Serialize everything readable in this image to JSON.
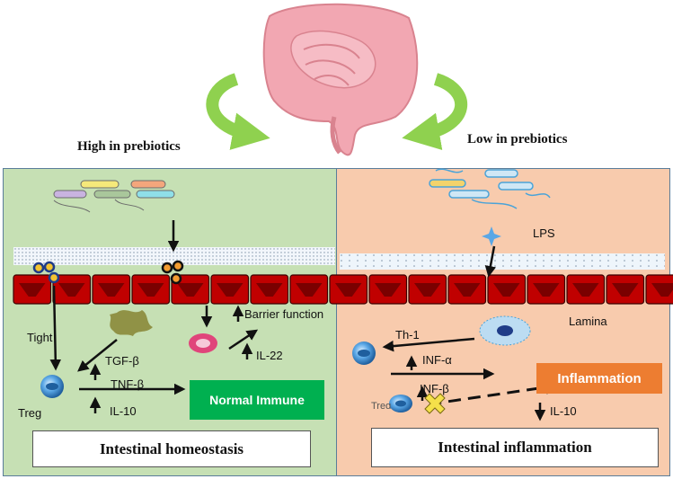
{
  "captions": {
    "high": "High in prebiotics",
    "low": "Low in prebiotics"
  },
  "left_panel": {
    "labels": {
      "tight": "Tight",
      "treg": "Treg",
      "tgf": "TGF-β",
      "tnf": "TNF-β",
      "il10": "IL-10",
      "barrier": "Barrier function",
      "il22": "IL-22"
    },
    "normal_immune": "Normal Immune",
    "summary": "Intestinal homeostasis"
  },
  "right_panel": {
    "labels": {
      "lps": "LPS",
      "lamina": "Lamina",
      "th1": "Th-1",
      "inf_alpha": "INF-α",
      "inf_beta": "INF-β",
      "treg_partial": "Treg",
      "il10": "IL-10"
    },
    "inflammation": "Inflammation",
    "summary": "Intestinal inflammation"
  },
  "colors": {
    "left_bg": "#c6e0b4",
    "right_bg": "#f8cbad",
    "normal_immune": "#00b050",
    "inflammation": "#ed7d31",
    "epithelium": "#c00000",
    "curved_arrows": "#8fd14f"
  }
}
